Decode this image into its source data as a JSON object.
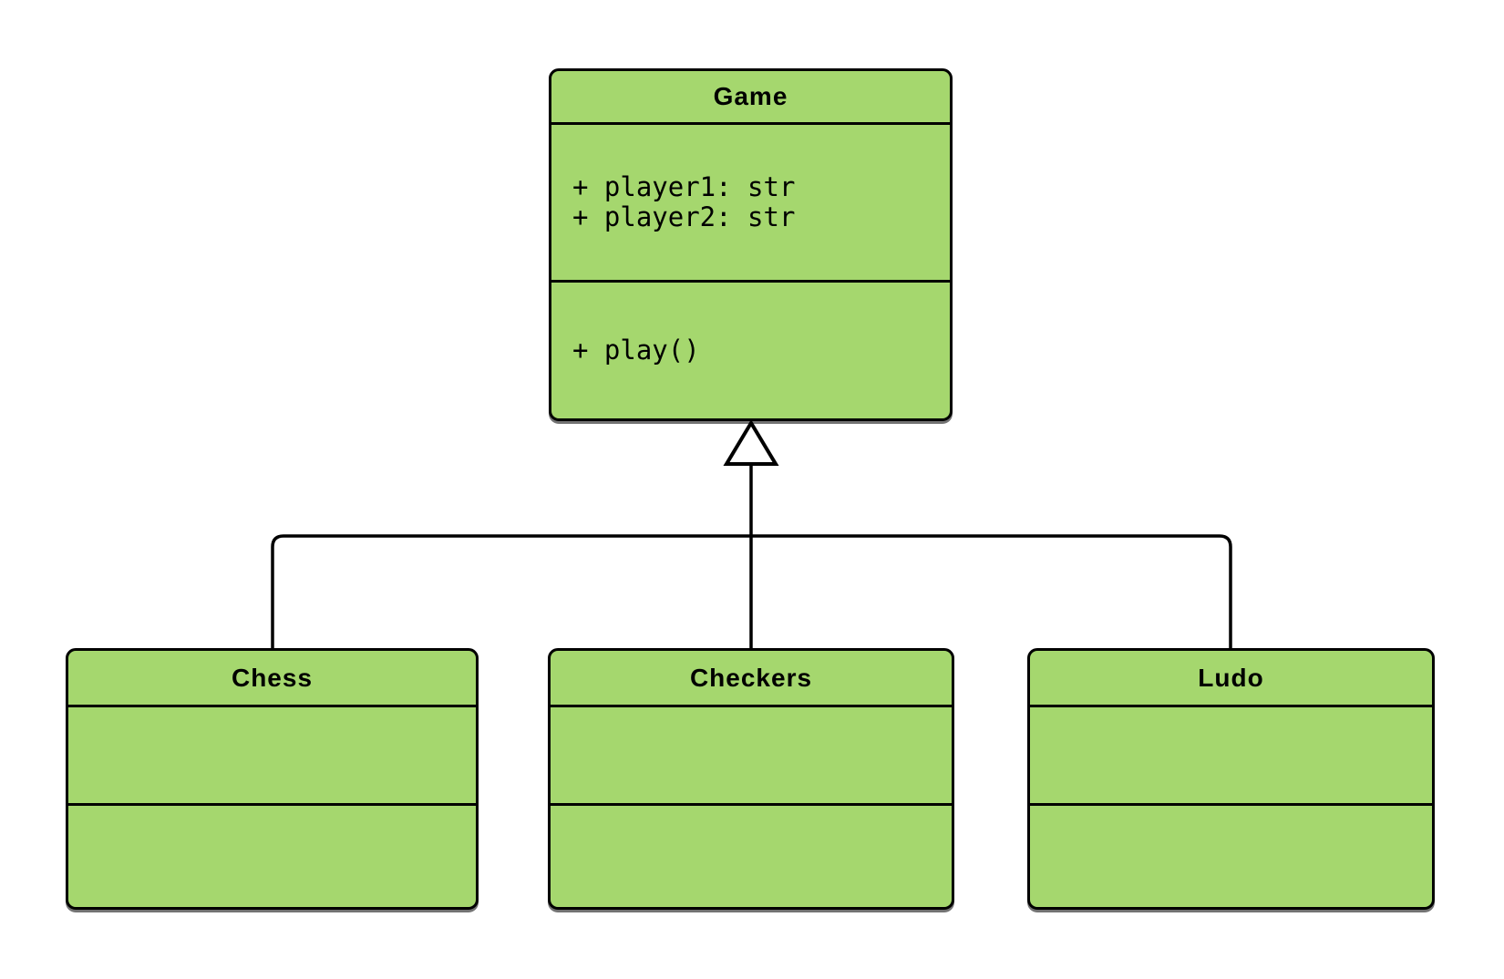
{
  "diagram": {
    "type": "uml-class-diagram",
    "classes": [
      {
        "name": "Game",
        "attributes": [
          "+ player1: str",
          "+ player2: str"
        ],
        "methods": [
          "+ play()"
        ]
      },
      {
        "name": "Chess",
        "attributes": [],
        "methods": []
      },
      {
        "name": "Checkers",
        "attributes": [],
        "methods": []
      },
      {
        "name": "Ludo",
        "attributes": [],
        "methods": []
      }
    ],
    "relationships": [
      {
        "type": "inheritance",
        "from": "Chess",
        "to": "Game"
      },
      {
        "type": "inheritance",
        "from": "Checkers",
        "to": "Game"
      },
      {
        "type": "inheritance",
        "from": "Ludo",
        "to": "Game"
      }
    ]
  },
  "colors": {
    "class_fill": "#a5d76e",
    "class_border": "#000000",
    "line": "#000000",
    "background": "#ffffff",
    "text": "#000000"
  }
}
